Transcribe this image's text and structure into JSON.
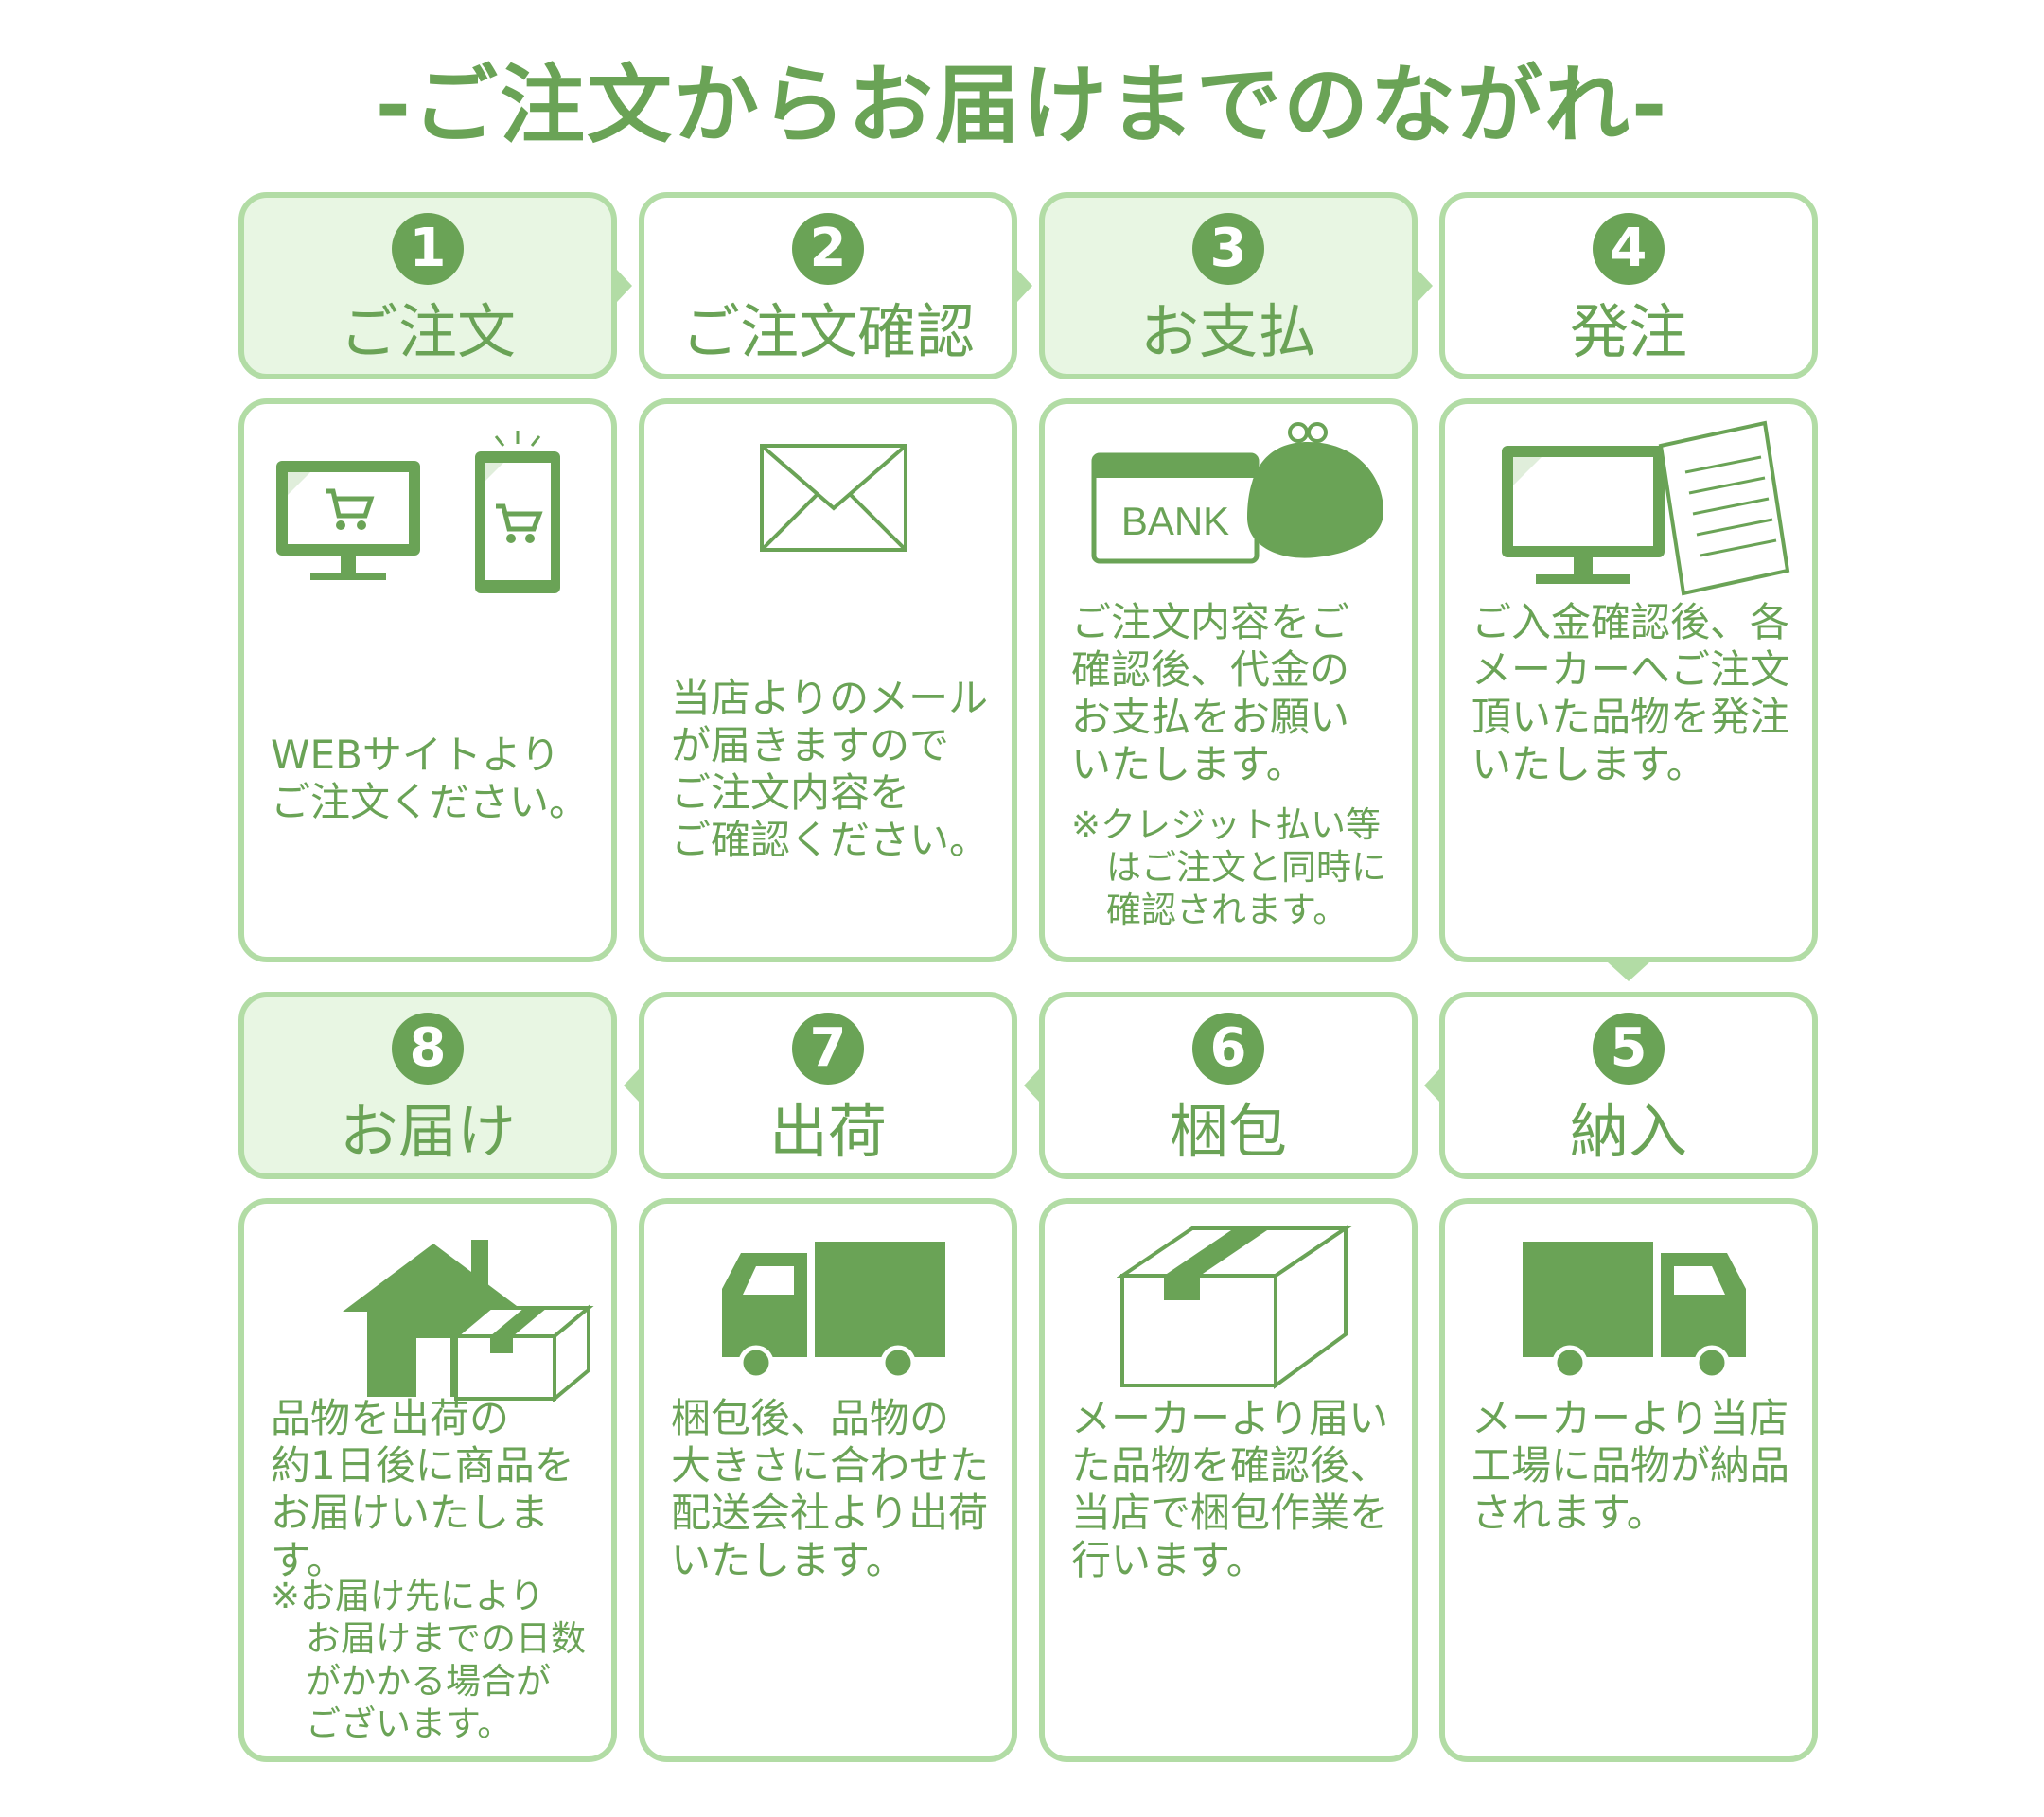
{
  "title": "-ご注文からお届けまでのながれ-",
  "colors": {
    "green": "#6aa356",
    "border": "#b2dca5",
    "header_fill": "#e8f6e3"
  },
  "steps": [
    {
      "number": "1",
      "label": "ご注文",
      "description": "WEBサイトより\nご注文ください。",
      "icons": [
        "monitor-cart-icon",
        "smartphone-cart-icon"
      ]
    },
    {
      "number": "2",
      "label": "ご注文確認",
      "description": "当店よりのメール\nが届きますので\nご注文内容を\nご確認ください。",
      "icons": [
        "envelope-icon"
      ]
    },
    {
      "number": "3",
      "label": "お支払",
      "description": "ご注文内容をご\n確認後、代金の\nお支払をお願い\nいたします。",
      "note": "※クレジット払い等\n　はご注文と同時に\n　確認されます。",
      "icons": [
        "bank-card-icon",
        "coin-purse-icon"
      ],
      "icon_text": "BANK"
    },
    {
      "number": "4",
      "label": "発注",
      "description": "ご入金確認後、各\nメーカーへご注文\n頂いた品物を発注\nいたします。",
      "icons": [
        "monitor-icon",
        "document-icon"
      ]
    },
    {
      "number": "5",
      "label": "納入",
      "description": "メーカーより当店\n工場に品物が納品\nされます。",
      "icons": [
        "truck-icon"
      ]
    },
    {
      "number": "6",
      "label": "梱包",
      "description": "メーカーより届い\nた品物を確認後、\n当店で梱包作業を\n行います。",
      "icons": [
        "box-icon"
      ]
    },
    {
      "number": "7",
      "label": "出荷",
      "description": "梱包後、品物の\n大きさに合わせた\n配送会社より出荷\nいたします。",
      "icons": [
        "truck-icon"
      ]
    },
    {
      "number": "8",
      "label": "お届け",
      "description": "品物を出荷の\n約1日後に商品を\nお届けいたします。",
      "note": "※お届け先により\n　お届けまでの日数\n　がかかる場合が\n　ございます。",
      "icons": [
        "house-icon",
        "box-icon"
      ]
    }
  ]
}
